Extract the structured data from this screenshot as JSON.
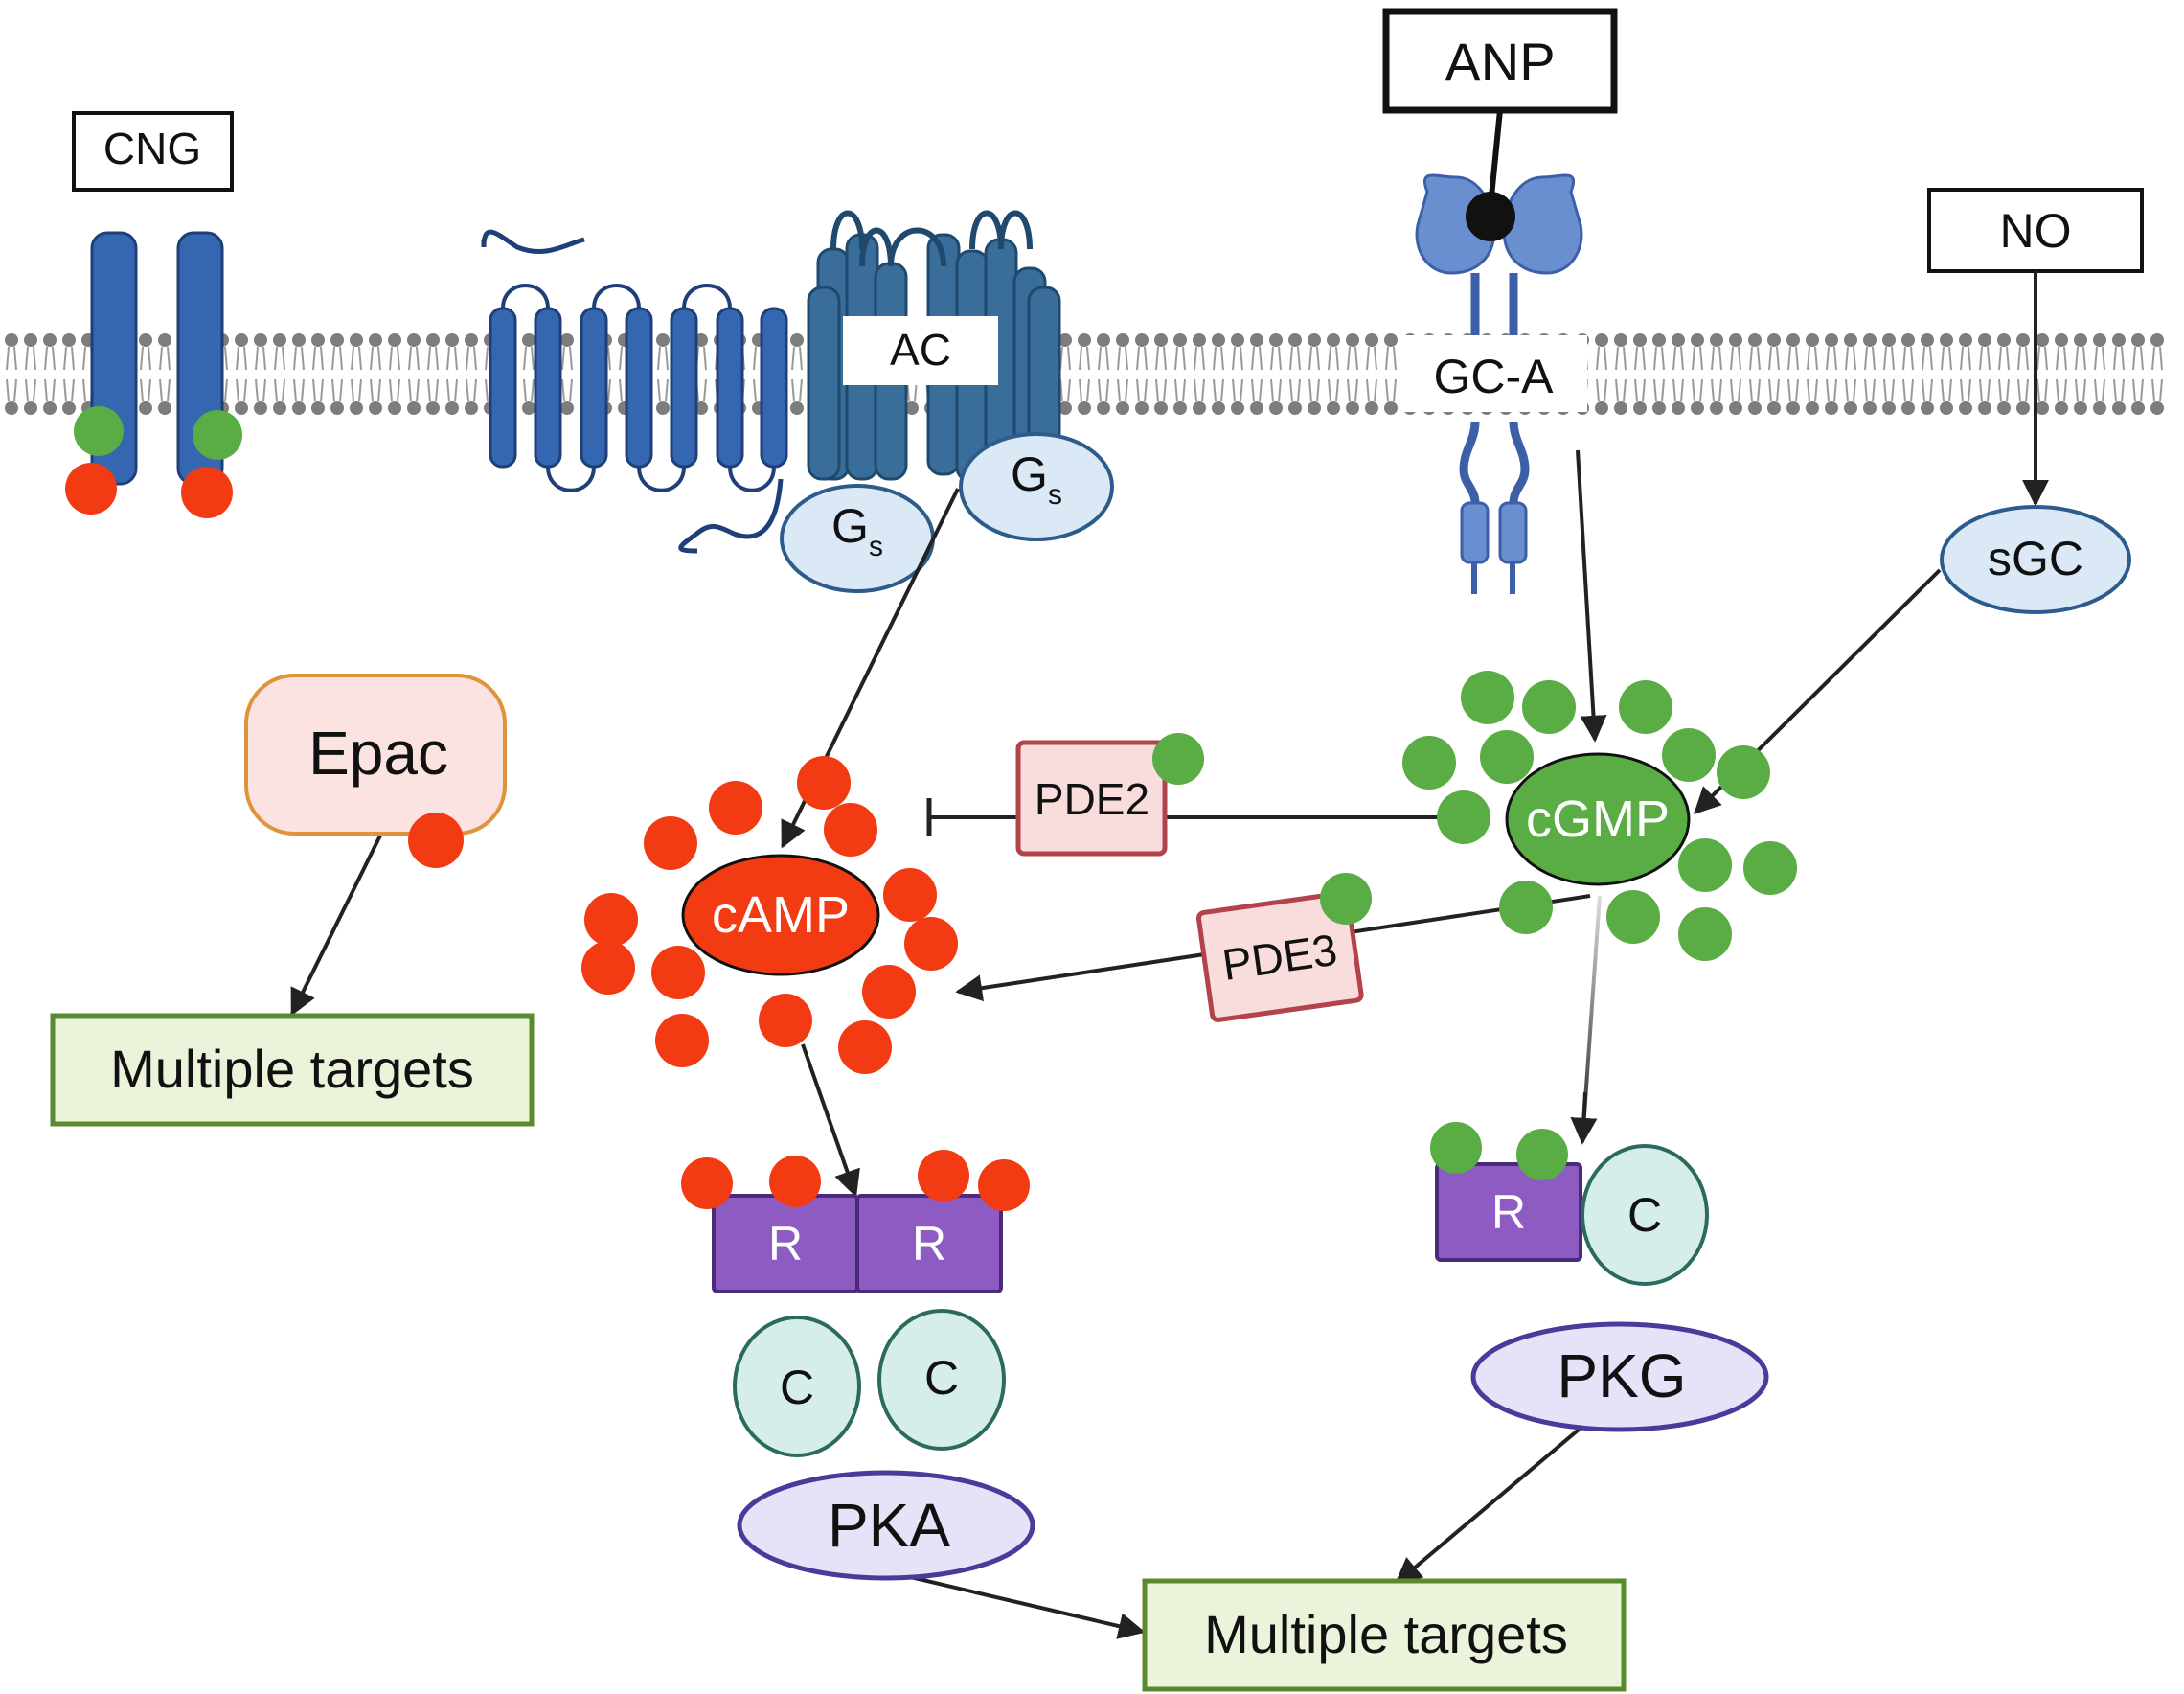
{
  "labels": {
    "cng": "CNG",
    "ac": "AC",
    "anp": "ANP",
    "gc_a": "GC-A",
    "no": "NO",
    "gs_main": "G",
    "gs_sub": "s",
    "sgc": "sGC",
    "epac": "Epac",
    "multiple_targets_left": "Multiple targets",
    "multiple_targets_bottom": "Multiple targets",
    "pde2": "PDE2",
    "pde3": "PDE3",
    "camp": "cAMP",
    "cgmp": "cGMP",
    "regulatory": "R",
    "catalytic": "C",
    "pka": "PKA",
    "pkg": "PKG"
  },
  "colors": {
    "camp_red": "#f23b12",
    "cgmp_green": "#5aac44",
    "receptor_blue": "#3566b0",
    "membrane_gray": "#8a8a8a",
    "gs_fill": "#dbe9f7",
    "gs_stroke": "#2d5c8c",
    "epac_fill": "#fbe3e2",
    "epac_stroke": "#e0943a",
    "targets_fill": "#ebf4da",
    "targets_stroke": "#5a8a2e",
    "pde_fill": "#f9dcdc",
    "pde_stroke": "#b3434a",
    "r_fill": "#8e5bc2",
    "c_fill": "#d5eeea",
    "c_stroke": "#2a6b5e",
    "pk_fill": "#e6e2f7",
    "pk_stroke": "#4a3a9a"
  }
}
